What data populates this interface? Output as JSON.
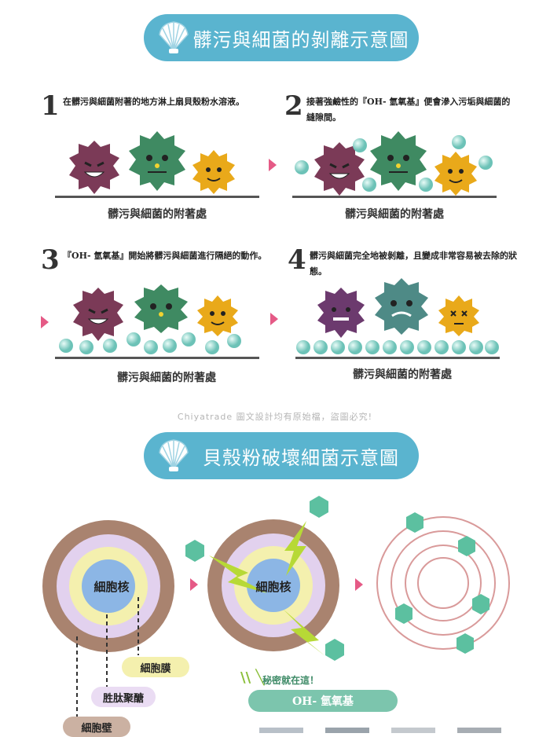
{
  "section1": {
    "title": "髒污與細菌的剝離示意圖"
  },
  "steps": [
    {
      "number": "1",
      "text": "在髒污與細菌附著的地方淋上扇貝殼粉水溶液。",
      "surface": "髒污與細菌的附著處"
    },
    {
      "number": "2",
      "text": "接著強鹼性的『OH- 氫氧基』便會滲入污垢與細菌的縫隙間。",
      "surface": "髒污與細菌的附著處"
    },
    {
      "number": "3",
      "text": "『OH- 氫氧基』開始將髒污與細菌進行隔絕的動作。",
      "surface": "髒污與細菌的附著處"
    },
    {
      "number": "4",
      "text": "髒污與細菌完全地被剝離，且變成非常容易被去除的狀態。",
      "surface": "髒污與細菌的附著處"
    }
  ],
  "watermark": "Chiyatrade 圖文設計均有原始檔，盜圖必究!",
  "section2": {
    "title": "貝殼粉破壞細菌示意圖",
    "nucleus_label": "細胞核",
    "labels": {
      "membrane": "細胞膜",
      "peptidoglycan": "胜肽聚醣",
      "wall": "細胞壁"
    },
    "secret_text": "秘密就在這！",
    "oh_label": "OH- 氫氧基"
  },
  "colors": {
    "banner": "#5ab4cf",
    "arrow": "#e55a86",
    "hexagon": "#5cc0a0",
    "bolt": "#b7d936",
    "pill_green": "#7cc5ad"
  }
}
